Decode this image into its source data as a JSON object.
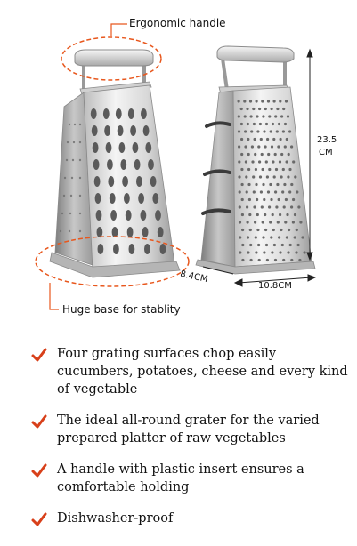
{
  "callouts": {
    "handle": "Ergonomic handle",
    "base": "Huge base for stablity"
  },
  "dimensions": {
    "height": "23.5",
    "height_unit": "CM",
    "depth": "8.4CM",
    "width": "10.8CM"
  },
  "features": [
    "Four grating surfaces chop easily cucumbers, potatoes, cheese and every kind of vegetable",
    "The ideal all-round grater for the varied prepared platter of raw vegetables",
    "A handle with plastic insert ensures a comfortable holding",
    "Dishwasher-proof"
  ],
  "colors": {
    "accent": "#e8571d",
    "steel_light": "#f2f2f2",
    "steel_dark": "#8a8a8a"
  },
  "icons": {
    "bullet": "check-icon"
  }
}
